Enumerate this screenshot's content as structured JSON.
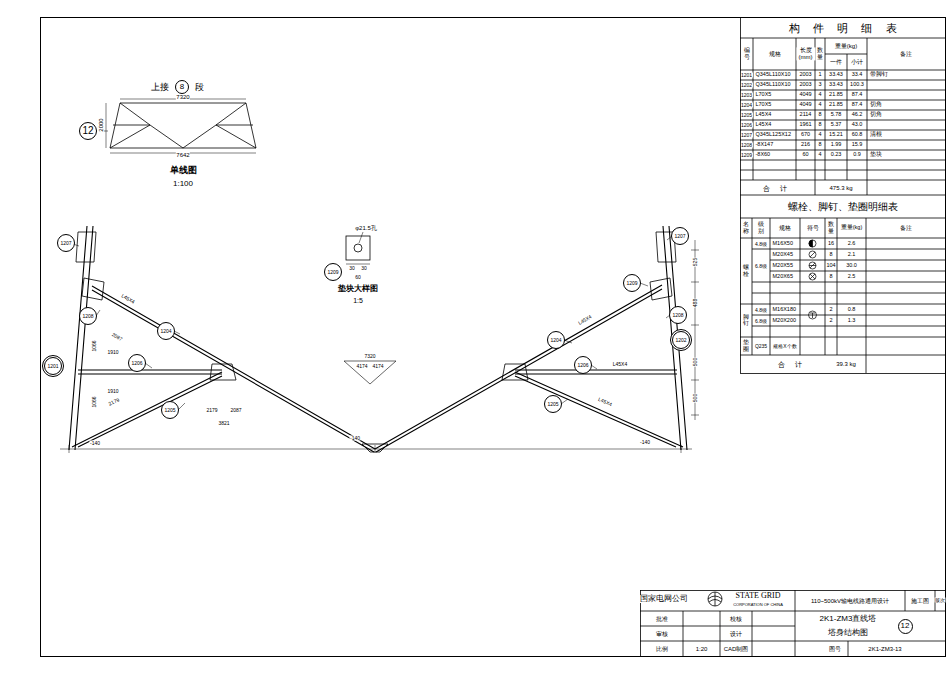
{
  "diagram": {
    "nodes": [
      {
        "text": [
          "8"
        ]
      },
      {
        "text": [
          "12"
        ]
      },
      {
        "text": [
          "1209"
        ]
      },
      {
        "text": [
          "1207"
        ]
      },
      {
        "text": [
          "1208"
        ]
      },
      {
        "text": [
          "1201"
        ]
      },
      {
        "text": [
          "1204"
        ]
      },
      {
        "text": [
          "1206"
        ]
      },
      {
        "text": [
          "1205"
        ]
      },
      {
        "text": [
          "1207"
        ]
      },
      {
        "text": [
          "1209"
        ]
      },
      {
        "text": [
          "1208"
        ]
      },
      {
        "text": [
          "1202"
        ]
      },
      {
        "text": [
          "1204"
        ]
      },
      {
        "text": [
          "1206"
        ]
      },
      {
        "text": [
          "1205"
        ]
      },
      {
        "text": [
          "12"
        ]
      }
    ],
    "labels": [
      "上接",
      "段",
      "7320",
      "2000",
      "7642",
      "单线图",
      "1:100",
      "φ21.5孔",
      "30",
      "30",
      "60",
      "垫块大样图",
      "1:5",
      "7320",
      "4174",
      "4174",
      "2087",
      "1910",
      "1066",
      "1910",
      "2179",
      "1066",
      "L45X4",
      "2179",
      "2087",
      "3821",
      "-140",
      "-140",
      "-140",
      "L45X4",
      "L45X4",
      "L45X4",
      "525",
      "488",
      "500",
      "500",
      "构件明细表",
      "编号",
      "规格",
      "长度 (mm)",
      "数量",
      "重量(kg)",
      "一件",
      "小计",
      "备注",
      "1201",
      "Q345L110X10",
      "2003",
      "1",
      "33.43",
      "33.4",
      "带脚钉",
      "1202",
      "Q345L110X10",
      "2003",
      "3",
      "33.43",
      "100.3",
      "1203",
      "L70X5",
      "4049",
      "4",
      "21.85",
      "87.4",
      "1204",
      "L70X5",
      "4049",
      "4",
      "21.85",
      "87.4",
      "切角",
      "1205",
      "L45X4",
      "2114",
      "8",
      "5.78",
      "46.2",
      "切角",
      "1206",
      "L45X4",
      "1961",
      "8",
      "5.37",
      "43.0",
      "1207",
      "Q345L125X12",
      "670",
      "4",
      "15.21",
      "60.8",
      "清根",
      "1208",
      "-8X147",
      "216",
      "8",
      "1.99",
      "15.9",
      "1209",
      "-8X60",
      "60",
      "4",
      "0.23",
      "0.9",
      "垫块",
      "合计",
      "475.3 kg",
      "螺栓、脚钉、垫圈明细表",
      "名称",
      "级别",
      "规格",
      "符号",
      "数量",
      "重量(kg)",
      "备注",
      "螺栓",
      "4.8级",
      "M16X50",
      "16",
      "2.6",
      "6.8级",
      "M20X45",
      "8",
      "2.1",
      "M20X55",
      "104",
      "30.0",
      "M20X65",
      "8",
      "2.5",
      "脚钉",
      "4.8级",
      "M16X180",
      "2",
      "0.8",
      "6.8级",
      "M20X200",
      "2",
      "1.3",
      "垫圈",
      "Q235",
      "规格X个数",
      "合计",
      "39.3 kg",
      "国家电网公司",
      "STATE GRID",
      "CORPORATION OF CHINA",
      "110~500kV输电线路通用设计",
      "施工图",
      "版次",
      "批准",
      "校核",
      "审核",
      "设计",
      "比例",
      "1:20",
      "CAD制图",
      "2K1-ZM3直线塔",
      "塔身结构图",
      "图号",
      "2K1-ZM3-13"
    ]
  }
}
